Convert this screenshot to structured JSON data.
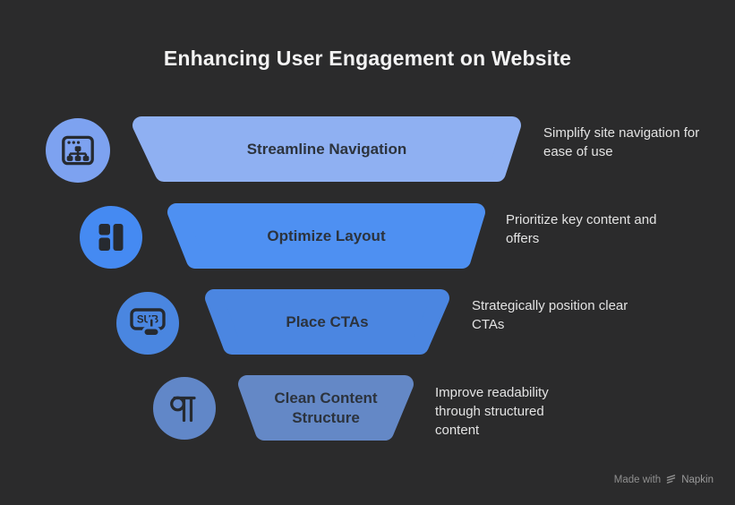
{
  "page": {
    "background_color": "#2b2b2c"
  },
  "title": "Enhancing User Engagement on Website",
  "funnel": {
    "rows": [
      {
        "label": "Streamline Navigation",
        "description": "Simplify site navigation for ease of use",
        "shape_color": "#8fb0f2",
        "circle_color": "#7da2f0",
        "icon": "browser-sitemap-icon"
      },
      {
        "label": "Optimize Layout",
        "description": "Prioritize key content and offers",
        "shape_color": "#4e90f2",
        "circle_color": "#458af2",
        "icon": "layout-columns-icon"
      },
      {
        "label": "Place CTAs",
        "description": "Strategically position clear CTAs",
        "shape_color": "#4b86e1",
        "circle_color": "#4a86e0",
        "icon": "subscribe-button-icon"
      },
      {
        "label": "Clean Content Structure",
        "description": "Improve readability through structured content",
        "shape_color": "#6488c6",
        "circle_color": "#6187c8",
        "icon": "pilcrow-icon"
      }
    ]
  },
  "watermark": {
    "prefix": "Made with",
    "brand": "Napkin"
  }
}
